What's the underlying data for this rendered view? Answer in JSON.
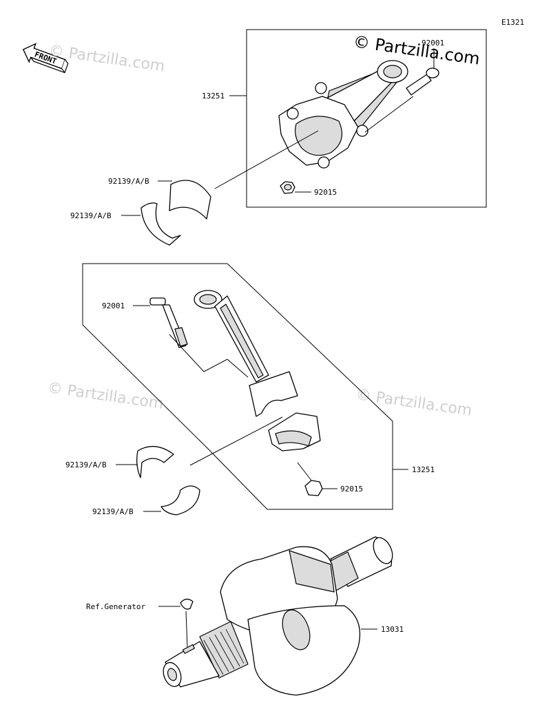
{
  "diagram_code": "E1321",
  "front_label": "FRONT",
  "watermark": "© Partzilla.com",
  "callouts": {
    "rod_assy_top": "13251",
    "bolt_top": "92001",
    "nut_top": "92015",
    "bearing_top_a": "92139/A/B",
    "bearing_top_b": "92139/A/B",
    "bolt_mid": "92001",
    "bearing_mid_a": "92139/A/B",
    "bearing_mid_b": "92139/A/B",
    "rod_assy_mid": "13251",
    "nut_mid": "92015",
    "crankshaft": "13031",
    "ref_generator": "Ref.Generator"
  }
}
